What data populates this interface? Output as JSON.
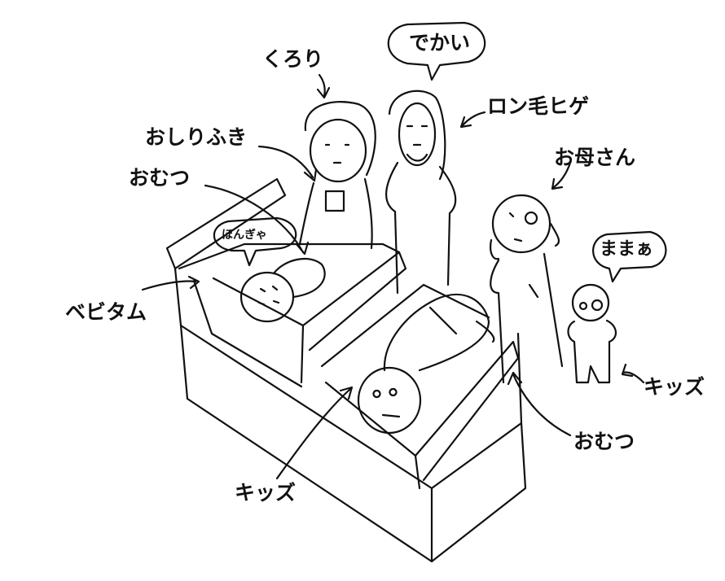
{
  "labels": {
    "kurori": "くろり",
    "dekai": "でかい",
    "long_hair_beard": "ロン毛ヒゲ",
    "oshirifuki": "おしりふき",
    "omutsu_left": "おむつ",
    "okaasan": "お母さん",
    "hongya": "ほんぎゃ",
    "mamaa": "ままぁ",
    "bebitamu": "ベビタム",
    "kids_right": "キッズ",
    "omutsu_right": "おむつ",
    "kids_bottom": "キッズ"
  },
  "colors": {
    "ink": "#111111",
    "background": "#ffffff"
  }
}
